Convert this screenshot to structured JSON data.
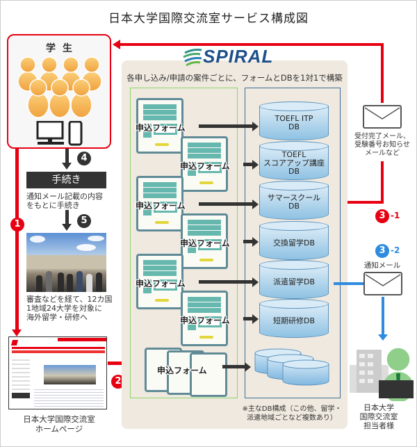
{
  "title": "日本大学国際交流室サービス構成図",
  "students": {
    "label": "学生",
    "icons": [
      "person-icon",
      "computer-icon",
      "smartphone-icon"
    ]
  },
  "steps": {
    "step4_badge": "4",
    "procedure_label": "手続き",
    "procedure_desc_line1": "通知メール記載の内容",
    "procedure_desc_line2": "をもとに手続き",
    "step5_badge": "5",
    "result_desc_line1": "審査などを経て、12カ国",
    "result_desc_line2": "1地域24大学を対象に",
    "result_desc_line3": "海外留学・研修へ"
  },
  "flow_badges": {
    "b1": "1",
    "b2": "2",
    "b31": "3",
    "b31_suffix": "-1",
    "b32": "3",
    "b32_suffix": "-2"
  },
  "homepage": {
    "line1": "日本大学国際交流室",
    "line2": "ホームページ"
  },
  "spiral": {
    "logo_text": "SPIRAL",
    "caption": "各申し込み/申請の案件ごとに、フォームとDBを1対1で構築",
    "form_label": "申込フォーム",
    "databases": [
      {
        "line1": "TOEFL ITP",
        "line2": "DB",
        "line3": ""
      },
      {
        "line1": "TOEFL",
        "line2": "スコアアップ講座",
        "line3": "DB"
      },
      {
        "line1": "サマースクール",
        "line2": "DB",
        "line3": ""
      },
      {
        "line1": "交換留学DB",
        "line2": "",
        "line3": ""
      },
      {
        "line1": "派遣留学DB",
        "line2": "",
        "line3": ""
      },
      {
        "line1": "短期研修DB",
        "line2": "",
        "line3": ""
      }
    ],
    "note_line1": "※主なDB構成（この他、留学・",
    "note_line2": "派遣地域ごとなど複数あり）"
  },
  "right": {
    "mail1_line1": "受付完了メール、",
    "mail1_line2": "受験番号お知らせ",
    "mail1_line3": "メールなど",
    "mail2_label": "通知メール",
    "staff_line1": "日本大学",
    "staff_line2": "国際交流室",
    "staff_line3": "担当者様"
  },
  "colors": {
    "red": "#e60012",
    "blue": "#2e8be0",
    "dark": "#333333",
    "panel": "#efe9df",
    "form_teal": "#66b8ae",
    "db_blue": "#8fc2e3"
  }
}
